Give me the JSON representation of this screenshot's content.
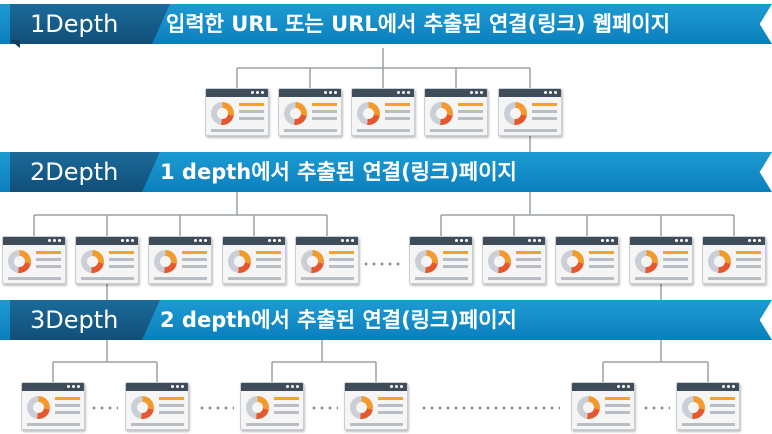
{
  "bands": [
    {
      "id": "d1",
      "label": "1Depth",
      "desc": "입력한 URL 또는 URL에서 추출된 연결(링크) 웹페이지"
    },
    {
      "id": "d2",
      "label": "2Depth",
      "desc": "1 depth에서 추출된 연결(링크)페이지"
    },
    {
      "id": "d3",
      "label": "3Depth",
      "desc": "2 depth에서 추출된 연결(링크)페이지"
    }
  ],
  "icons": {
    "page": "webpage-window-icon",
    "more": "ellipsis-dots"
  },
  "colors": {
    "band_blue": "#0b7fbe",
    "label_dark": "#114f79",
    "window_bar": "#3f4c59",
    "accent_orange": "#f39a2e",
    "accent_red": "#e5582d",
    "line_gray": "#9aa0a6"
  }
}
